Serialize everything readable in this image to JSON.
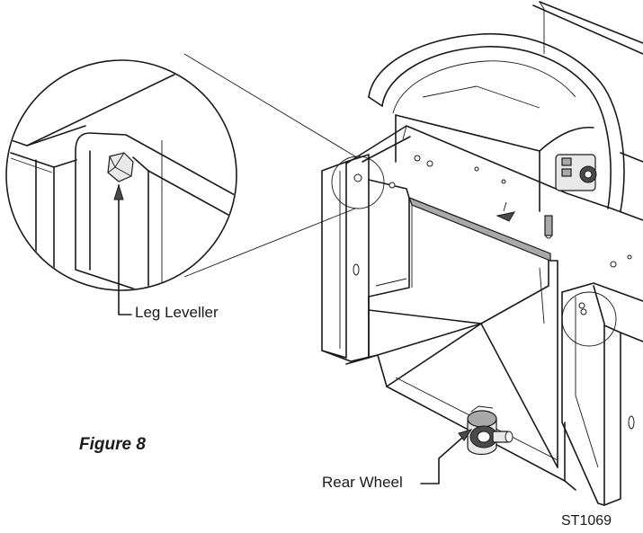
{
  "labels": {
    "leg_leveller": "Leg Leveller",
    "rear_wheel": "Rear Wheel",
    "figure": "Figure 8",
    "drawing_ref": "ST1069"
  },
  "colors": {
    "line": "#1a1a1a",
    "shade": "#a9a9a9",
    "light_shade": "#e8e8e8",
    "background": "#ffffff"
  }
}
